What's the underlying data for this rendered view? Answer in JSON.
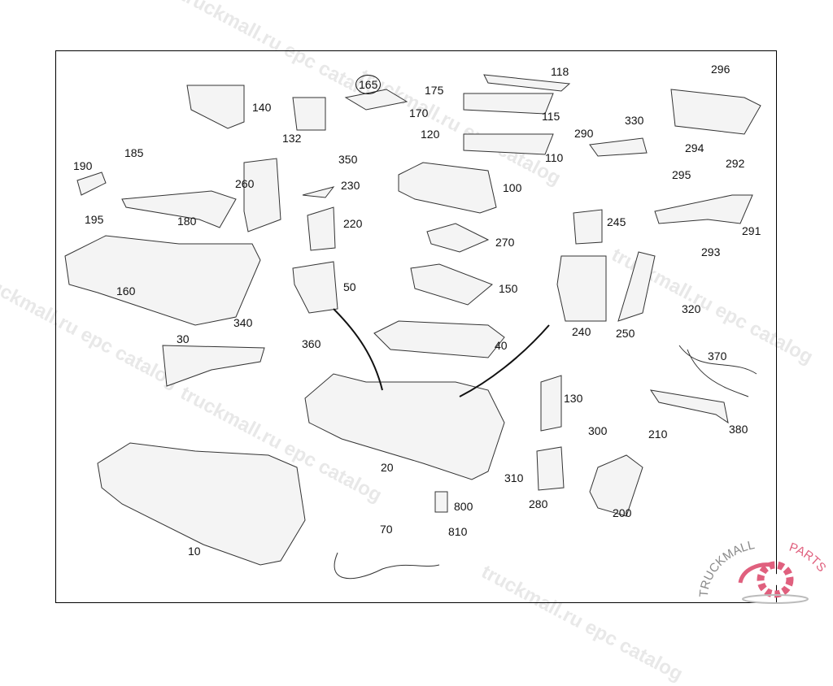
{
  "watermark": "truckmall.ru epc catalog",
  "logo": {
    "text_left": "TRUCKMALL",
    "text_right": "PARTS",
    "color_brand": "#e0607e",
    "color_text": "#8a8a8a"
  },
  "labels": {
    "p118": "118",
    "p165": "165",
    "p175": "175",
    "p140": "140",
    "p296": "296",
    "p115": "115",
    "p170": "170",
    "p132": "132",
    "p330": "330",
    "p290": "290",
    "p120": "120",
    "p110": "110",
    "p294": "294",
    "p190": "190",
    "p185": "185",
    "p350": "350",
    "p292": "292",
    "p295": "295",
    "p260": "260",
    "p230": "230",
    "p100": "100",
    "p195": "195",
    "p180": "180",
    "p220": "220",
    "p245": "245",
    "p291": "291",
    "p270": "270",
    "p293": "293",
    "p50": "50",
    "p160": "160",
    "p150": "150",
    "p320": "320",
    "p340": "340",
    "p240": "240",
    "p250": "250",
    "p360": "360",
    "p40": "40",
    "p30": "30",
    "p370": "370",
    "p130": "130",
    "p20": "20",
    "p300": "300",
    "p210": "210",
    "p380": "380",
    "p310": "310",
    "p280": "280",
    "p800": "800",
    "p200": "200",
    "p70": "70",
    "p810": "810",
    "p10": "10"
  }
}
